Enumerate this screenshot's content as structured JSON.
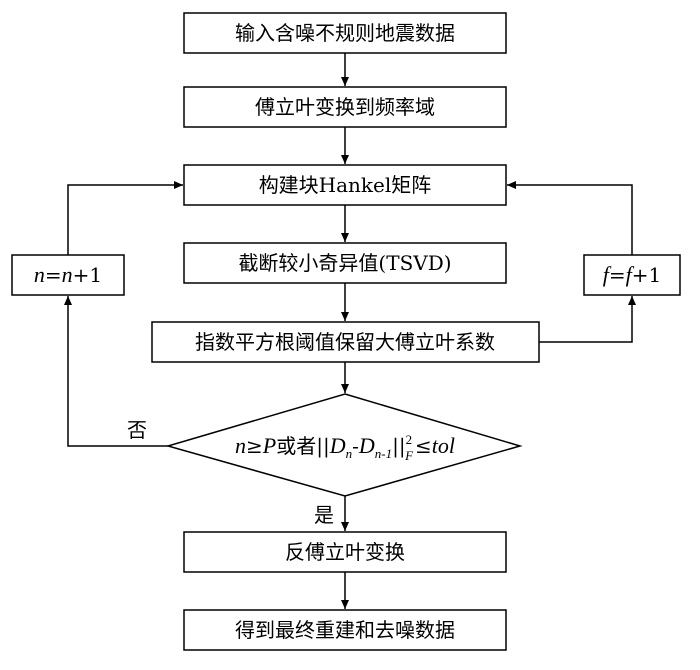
{
  "nodes": {
    "input": {
      "label": "输入含噪不规则地震数据"
    },
    "fourier": {
      "label": "傅立叶变换到频率域"
    },
    "hankel": {
      "label": "构建块Hankel矩阵"
    },
    "tsvd": {
      "label": "截断较小奇异值(TSVD)"
    },
    "threshold": {
      "label": "指数平方根阈值保留大傅立叶系数"
    },
    "inverse": {
      "label": "反傅立叶变换"
    },
    "output": {
      "label": "得到最终重建和去噪数据"
    },
    "n_update": {
      "lhs": "n",
      "eq": "=",
      "var": "n",
      "plus": "+1"
    },
    "f_update": {
      "lhs": "f",
      "eq": "=",
      "var": "f",
      "plus": "+1"
    },
    "decision": {
      "n": "n",
      "geq": "≥",
      "P": "P",
      "or": "或者",
      "bars_open": "||",
      "D1": "D",
      "D1_sub": "n",
      "minus": "-",
      "D2": "D",
      "D2_sub": "n-1",
      "bars_close": "||",
      "sup": "2",
      "sub": "F",
      "leq": "≤",
      "tol": "tol"
    }
  },
  "edges": {
    "no_label": "否",
    "yes_label": "是"
  }
}
